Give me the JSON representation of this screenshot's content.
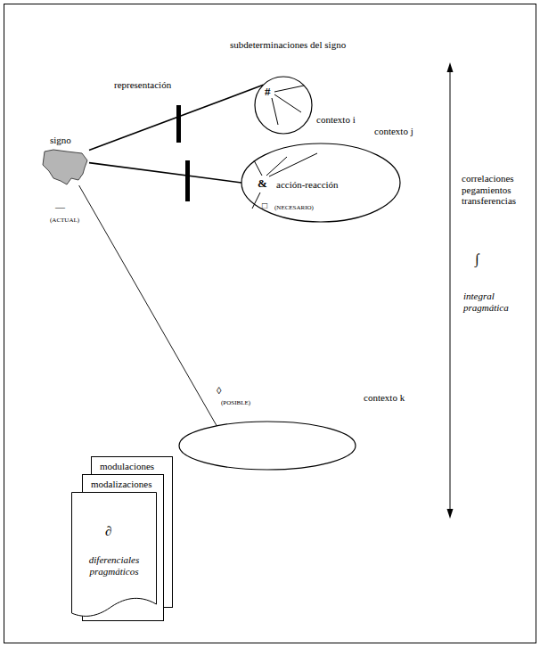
{
  "diagram": {
    "nodes": [
      {
        "text": [
          "signo"
        ]
      },
      {
        "text": [
          "subdeterminaciones del signo",
          "#",
          "contexto i"
        ]
      },
      {
        "text": [
          "contexto j",
          "&",
          "acción-reacción"
        ]
      },
      {
        "text": [
          "contexto k"
        ]
      },
      {
        "text": [
          "modulaciones"
        ]
      },
      {
        "text": [
          "modalizaciones"
        ]
      },
      {
        "text": [
          "∂",
          "diferenciales pragmáticos"
        ]
      }
    ],
    "edges": [
      {
        "from": 0,
        "to": 1,
        "arrow": "none"
      },
      {
        "from": 0,
        "to": 2,
        "arrow": "none"
      },
      {
        "from": 0,
        "to": 3,
        "arrow": "none"
      }
    ],
    "labels": [
      "representación",
      "—",
      "(ACTUAL)",
      "□",
      "(NECESARIO)",
      "◊",
      "(POSIBLE)",
      "correlaciones pegamientos transferencias",
      "∫",
      "integral pragmática"
    ]
  }
}
